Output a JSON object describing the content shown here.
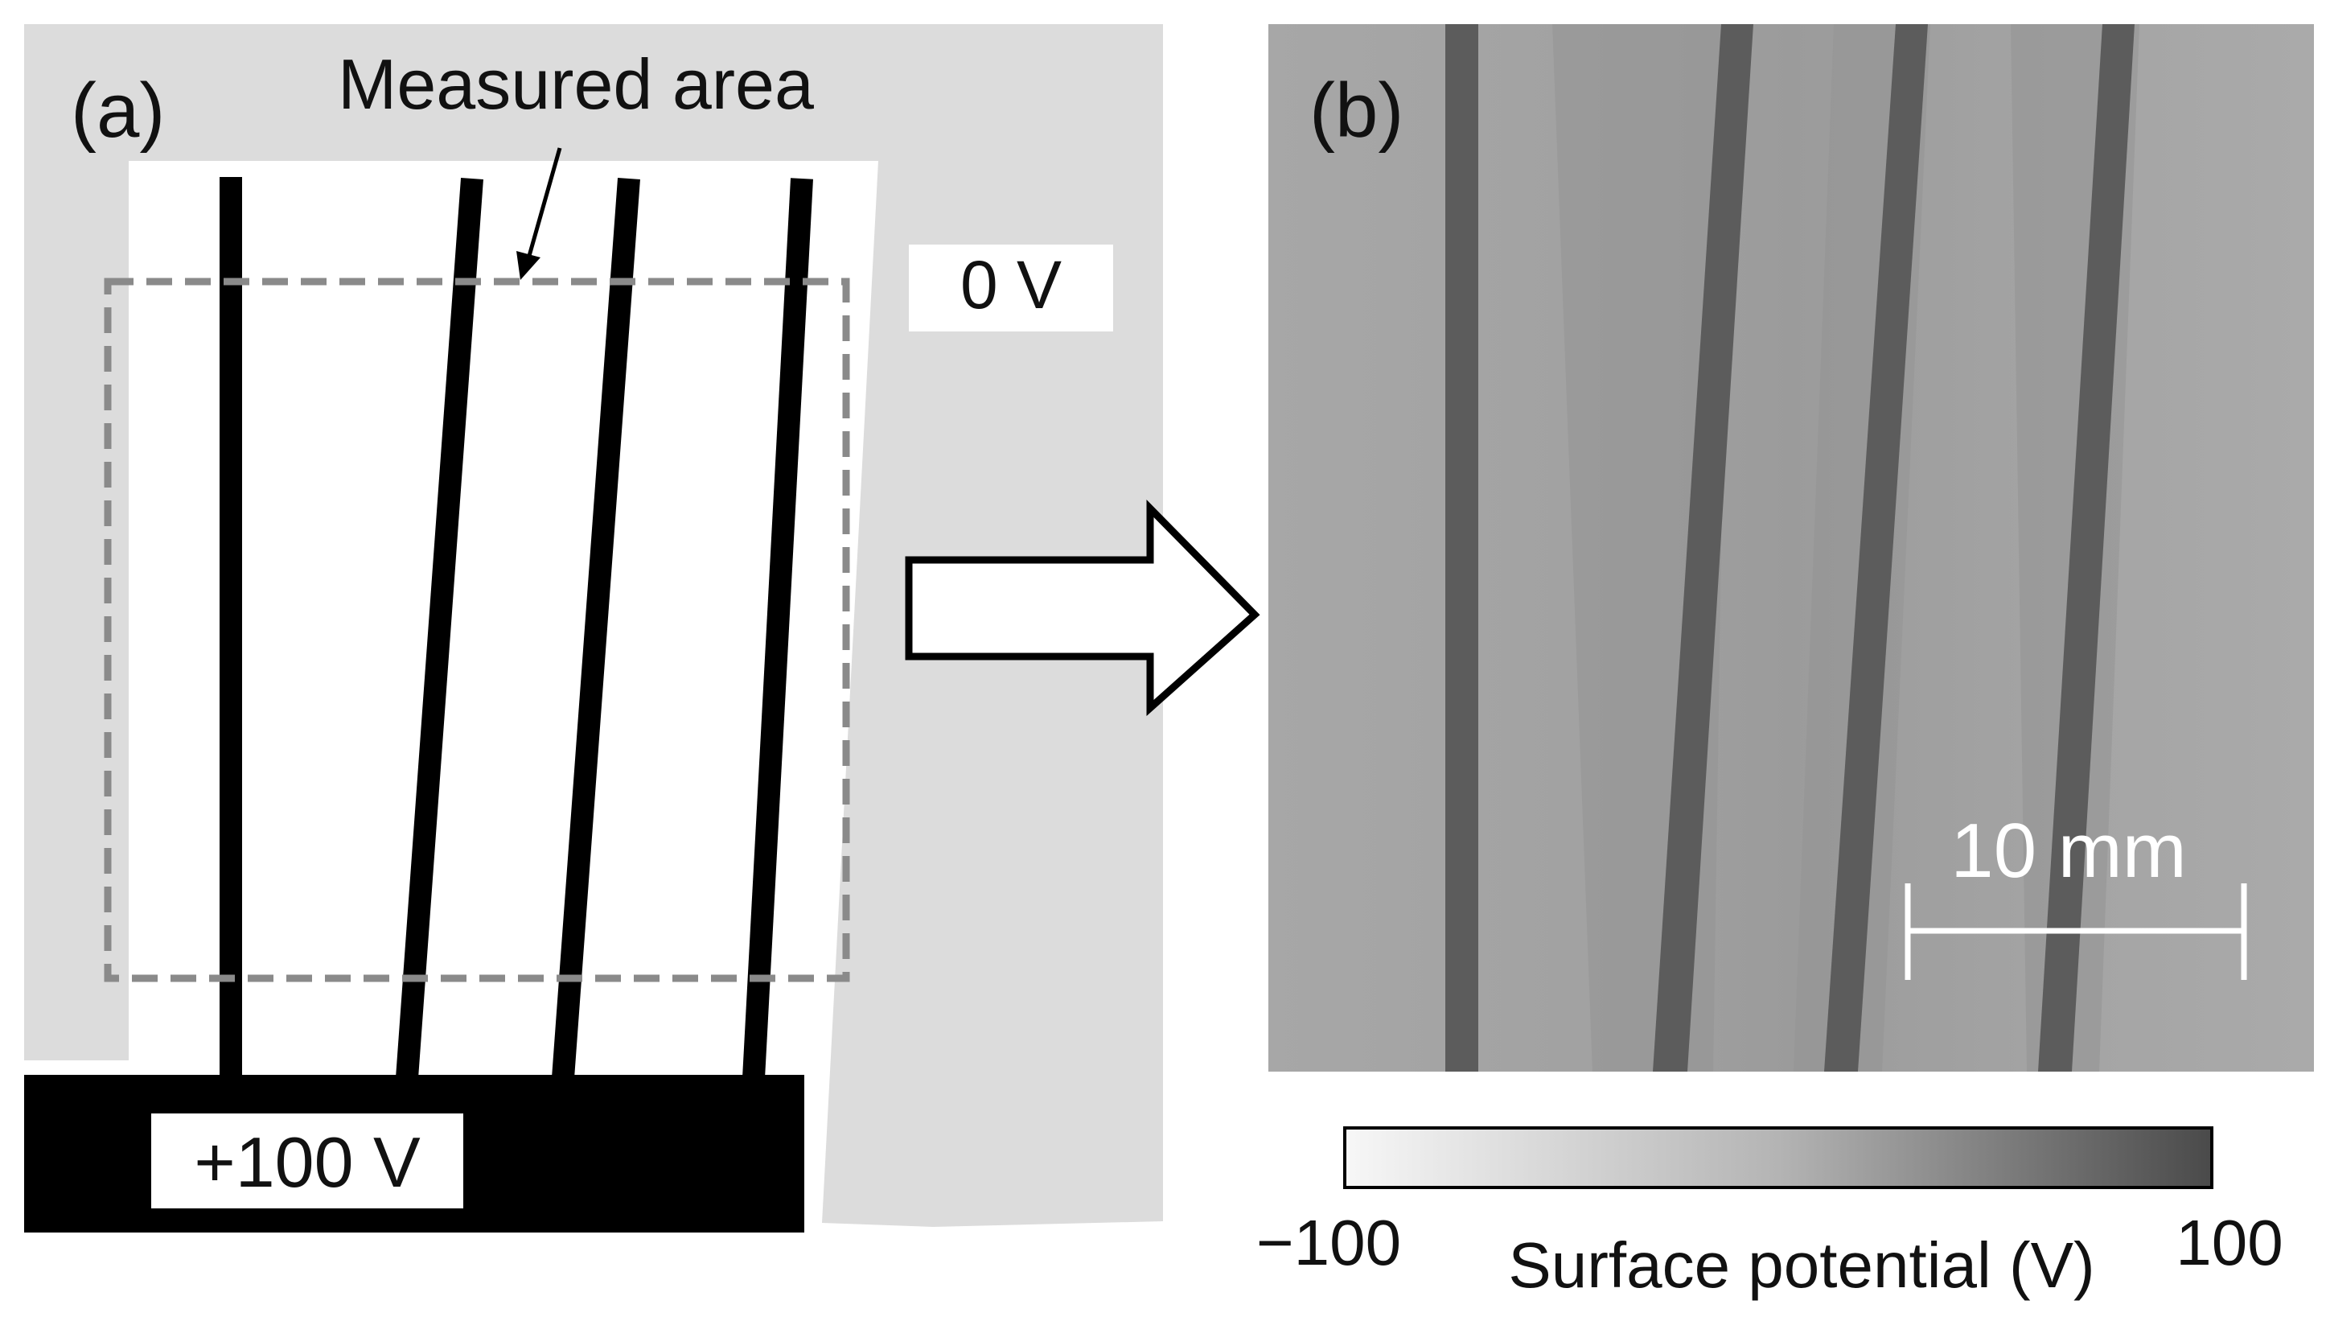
{
  "panel_a": {
    "label": "(a)",
    "annotation": "Measured area",
    "ground_label": "0 V",
    "electrode_label": "+100 V"
  },
  "panel_b": {
    "label": "(b)",
    "scale_bar_label": "10 mm",
    "colorbar": {
      "title": "Surface potential (V)",
      "min_label": "−100",
      "max_label": "100",
      "min_color": "#f7f7f7",
      "max_color": "#4a4a4a"
    }
  },
  "colors": {
    "substrate": "#dcdcdc",
    "electrode": "#000000",
    "dashed_box": "#8a8a8a",
    "map_background": "#a9a9a9",
    "map_stripe": "#5c5c5c"
  }
}
